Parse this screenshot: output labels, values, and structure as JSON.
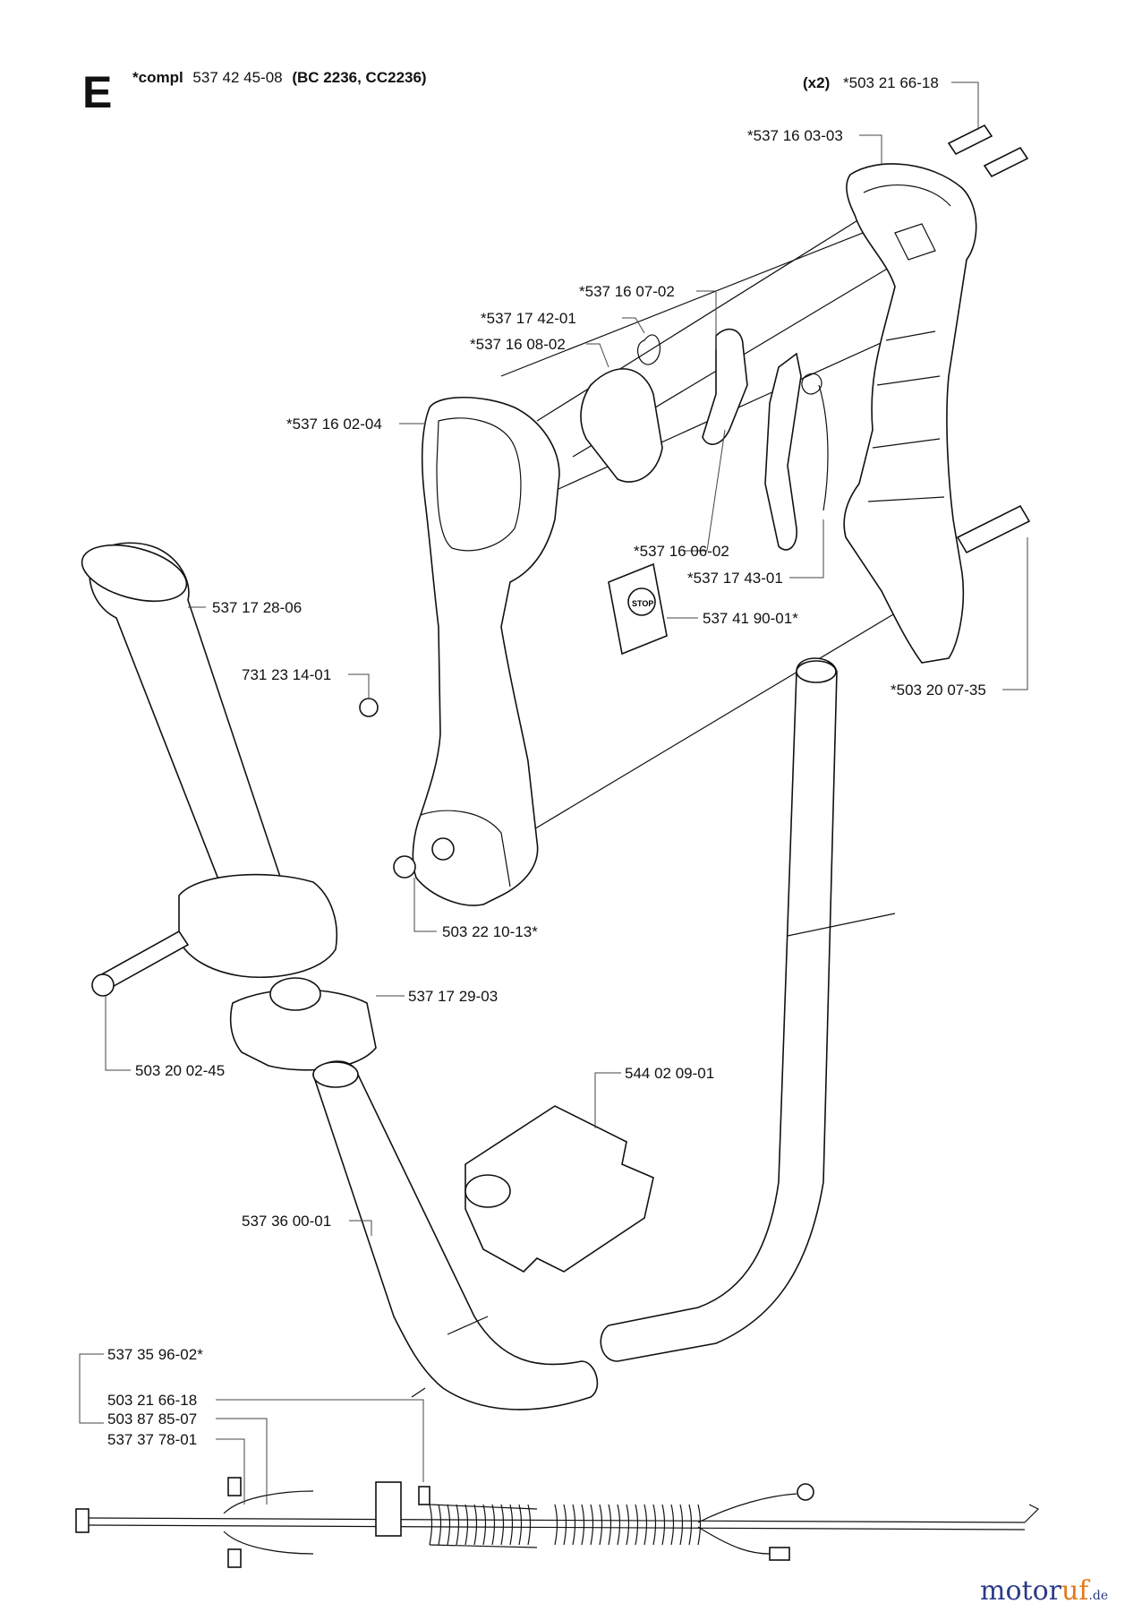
{
  "header": {
    "section_letter": "E",
    "kit_prefix": "*compl",
    "kit_number": "537 42 45-08",
    "kit_models": "(BC 2236, CC2236)"
  },
  "callouts": {
    "qty_x2": "(x2)",
    "p503216618_top": "*503 21 66-18",
    "p537160303": "*537 16 03-03",
    "p537160702": "*537 16 07-02",
    "p537174201": "*537 17 42-01",
    "p537160802": "*537 16 08-02",
    "p537160204": "*537 16 02-04",
    "p537160602": "*537 16 06-02",
    "p537174301": "*537 17 43-01",
    "p537419001": "537 41 90-01*",
    "p503200735": "*503 20 07-35",
    "p537172806": "537 17 28-06",
    "p731231401": "731 23 14-01",
    "p503221013": "503 22 10-13*",
    "p537172903": "537 17 29-03",
    "p503200245": "503 20 02-45",
    "p544020901": "544 02 09-01",
    "p537360001": "537 36 00-01",
    "p537359602": "537 35 96-02*",
    "p503216618_bot": "503 21 66-18",
    "p503878507": "503 87 85-07",
    "p537377801": "537 37 78-01"
  },
  "switch_text": "STOP",
  "watermark": {
    "part1": "motor",
    "part2": "uf",
    "suffix": ".de"
  }
}
